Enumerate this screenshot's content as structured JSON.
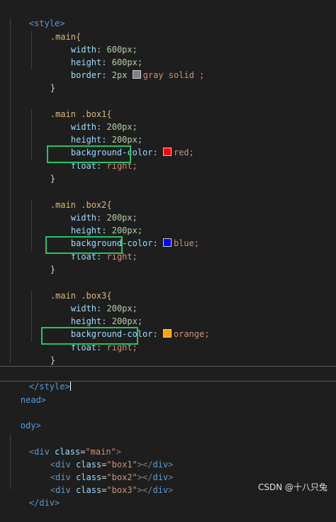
{
  "editor": {
    "style_open": "<style>",
    "main_rule": {
      "selector": ".main{",
      "decls": [
        {
          "prop": "width",
          "value": "600px;"
        },
        {
          "prop": "height",
          "value": "600px;"
        },
        {
          "prop": "border",
          "value": "2px",
          "swatch_color": "#808080",
          "rest": "gray solid ;"
        }
      ],
      "close": "}"
    },
    "box1_rule": {
      "selector": ".main .box1{",
      "width": "200px;",
      "height": "200px;",
      "bg_color_name": "red;",
      "swatch_color": "#ff0000",
      "float": "right;",
      "close": "}"
    },
    "box2_rule": {
      "selector": ".main .box2{",
      "width": "200px;",
      "height": "200px;",
      "bg_color_name": "blue;",
      "swatch_color": "#0000ff",
      "float": "right;",
      "close": "}"
    },
    "box3_rule": {
      "selector": ".main .box3{",
      "width": "200px;",
      "height": "200px;",
      "bg_color_name": "orange;",
      "swatch_color": "#ffa500",
      "float": "right;",
      "close": "}"
    },
    "labels": {
      "width": "width:",
      "height": "height:",
      "background": "background-color:",
      "float": "float:",
      "border": "border:"
    },
    "style_close": "</style>",
    "head_close": "nead>",
    "body_open": "ody>",
    "div_main": {
      "tag": "div",
      "attr": "class",
      "value": "\"main\""
    },
    "divs": [
      {
        "tag": "div",
        "attr": "class",
        "value": "\"box1\"",
        "close": "div"
      },
      {
        "tag": "div",
        "attr": "class",
        "value": "\"box2\"",
        "close": "div"
      },
      {
        "tag": "div",
        "attr": "class",
        "value": "\"box3\"",
        "close": "div"
      }
    ],
    "div_close": "</div>"
  },
  "highlight_color": "#22c55e",
  "watermark": "CSDN @十八只兔"
}
